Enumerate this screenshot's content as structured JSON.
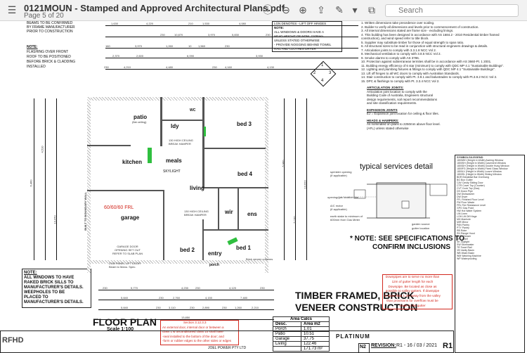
{
  "toolbar": {
    "doc_title": "0121MOUN - Stamped and Approved Architectural Plans.pdf",
    "page_indicator": "Page 5 of 20",
    "search_placeholder": "Search",
    "icons": [
      "menu-icon",
      "info-icon",
      "zoom-out-icon",
      "zoom-in-icon",
      "pen-icon",
      "markup-icon",
      "share-icon",
      "sidebar-icon",
      "search-icon"
    ]
  },
  "plan": {
    "left_note_1": [
      "BEAMS TO BE CONFIRMED",
      "BY FRAME MANUFACTURER",
      "PRIOR TO CONSTRUCTION"
    ],
    "left_note_2_title": "NOTE:",
    "left_note_2": [
      "FLASHING OVER FRONT",
      "ROOF TO BE POSITIONED",
      "BEFORE BRICK & CLADDING",
      "INSTALLED"
    ],
    "left_note_3_title": "NOTE:",
    "left_note_3": [
      "ALL WINDOWS TO HAVE",
      "RAKED BRICK SILLS TO",
      "MANUFACTURER'S DETAILS.",
      "WEEPHOLES TO BE",
      "PLACED TO",
      "MANUFACTURER'S DETAILS."
    ],
    "lgn_note": [
      "LGN   DENOTES - LIFT OFF HINGES",
      "NOTE:",
      "ALL WINDOWS & DOORS HAVE A",
      "HEAD HEIGHT OF NOM. 2100mm",
      "UNLESS STATED OTHERWISE",
      "- PROVIDE NOGGING BEHIND TOWEL",
      "RAIL AND CLOTHES DRYER"
    ],
    "top_dims_row1": [
      "1,630",
      "4,220",
      "210",
      "1,530",
      "4,080"
    ],
    "top_dims_row2": [
      "230",
      "10,870",
      "3,970",
      "5,830",
      "230"
    ],
    "top_dims_row3": [
      "160",
      "3,970",
      "1,260",
      "10",
      "1,560",
      "230"
    ],
    "top_dims_row4": [
      "2,370",
      "2,600",
      "6,090",
      "3,930"
    ],
    "top_dims_row5": [
      "230",
      "4,210",
      "4,480",
      "230",
      "4,160",
      "4,130"
    ],
    "bottom_dims_row1": [
      "230",
      "5,770",
      "4,230",
      "230",
      "4,120",
      "230"
    ],
    "bottom_dims_row2": [
      "5,840",
      "230",
      "2,760",
      "4,150",
      "7,480"
    ],
    "bottom_dims_row3": [
      "5,840",
      "230",
      "3,110",
      "230",
      "2,890",
      "230",
      "1,260",
      "2,210"
    ],
    "bottom_dims_row4": [
      "13,850"
    ],
    "side_dims": [
      "6,460",
      "4,510",
      "13,470",
      "5,960",
      "5,130",
      "13,620"
    ],
    "rooms": {
      "patio": "patio",
      "patio_sub": "(flat ceiling)",
      "ldy": "ldy",
      "wc": "WC",
      "bed3": "bed 3",
      "meals": "meals",
      "kitchen": "kitchen",
      "skylight": "SKYLIGHT",
      "living": "living",
      "bed4": "bed 4",
      "wir": "wir",
      "ens": "ens",
      "garage": "garage",
      "bed2": "bed 2",
      "bed1": "bed 1",
      "entry": "entry",
      "porch": "porch"
    },
    "ceiling_note_1": [
      "130 HIGH CEILING",
      "BREAK HAMPER"
    ],
    "ceiling_note_2": [
      "130 HIGH CEILING",
      "BREAK HAMPER"
    ],
    "frl_label": "60/60/60 FRL",
    "boundary_label": "BUILT TO BOUNDARY WALL",
    "garage_note": [
      "GARAGE DOOR",
      "OPENING SET OUT",
      "REFER TO SLAB PLAN"
    ],
    "lift_door": [
      "2160 PANEL LIFT DOOR",
      "Beam to Manu. Spec."
    ],
    "brick_veneer": "Brick veneer columns",
    "floor_plan_title": "FLOOR PLAN",
    "floor_plan_scale": "Scale 1:100",
    "section_note": [
      "Section 3.12.3.3",
      "An external door, internal door or between a",
      "class 1 & unconditioned class 10 shall have",
      "-seal installed to the bottom of the door; and",
      "-form or rubber edges to the other sides or edges"
    ],
    "compass": [
      "1",
      "2",
      "3",
      "4"
    ]
  },
  "notes_panel": {
    "items": [
      "1.   Written dimensions take precedence over scaling.",
      "2.   Builder to verify all dimensions and levels prior to commencement of construction.",
      "3.   All internal dimensions stated are frame size - excluding linings.",
      "4.   This building has been designed in accordance with AS 1684.2 - 2010   Residential timber framed",
      "       construction), and wind speed refer to title block.",
      "5.   Supplier may substitute timber for those of equal strength to span ratio.",
      "6.   All structural sizes to be read in conjunction with structural engineers drawings & details.",
      "7.   Articulation joints to comply with 3.3.1.8 NCC Vol 2.",
      "8.   Mechanical ventilation to comply with 3.8.5 NCC Vol 2.",
      "9.   Smoke alarms to comply with AS 3786.",
      "10. Protection against subterranean termites shall be in accordance with AS 3660-Pt. 1 2001.",
      "11. Building energy efficiency of 6 star (minimum) to comply with QDC MP 4.1 \"Sustainable Buildings\".",
      "12. Lighting and plumbing fixtures & fittings to comply with QDC MP 4.1 \"Sustainable Buildings\".",
      "13. Lift off hinges to all WC doors to comply with Australian Standards.",
      "14. Stair construction to comply with Pt. 3.9.1 and balustrades to comply with Pt.3.9.2 NCC Vol 2.",
      "15. DPC & flashings to comply with Pt. 3.3.4 NCC Vol 2."
    ],
    "articulation_title": "ARTICULATION JOINTS:",
    "articulation": [
      "Articulation joint location to comply with the",
      "Building Code of Australia, Engineers structural",
      "design requirements, soil report recommendations",
      "and site classification requirements."
    ],
    "expansion_title": "EXPANSION JOINTS",
    "expansion": [
      "EJ = Expansion joint location for ceiling & floor tiles."
    ],
    "heads_title": "HEADS & HAMPERS:",
    "heads": [
      "As nominated on plans to 2250mm above floor level.",
      "(AFL) unless stated otherwise"
    ]
  },
  "services": {
    "title": "typical services detail",
    "labels": [
      "sprinkler opening",
      "(if applicable)",
      "opening/gas location line",
      "A/C motor",
      "(if applicable)",
      "earth stake to minimum of",
      "600mm from Gas Meter",
      "garden source",
      "gutter location"
    ]
  },
  "spec_note": [
    "* NOTE: SEE SPECIFICATIONS TO",
    "CONFIRM INCLUSIONS"
  ],
  "downpipe_note": [
    "Downpipes are to serve no more than",
    "12m of gutter length for each",
    "Downpipe. Be located as close as",
    "possible to valley gutters. If downpipe",
    "is more than 1.2m away from the valley",
    "than provisions for overflow must be",
    "made to the gutter"
  ],
  "construction": [
    "TIMBER FRAMED, BRICK",
    "VENEER CONSTRUCTION"
  ],
  "area_calcs": {
    "title": "Area Calcs",
    "headers": [
      "Desc.",
      "Area m2"
    ],
    "rows": [
      [
        "Porch",
        "1.01"
      ],
      [
        "Patio",
        "10.51"
      ],
      [
        "Garage",
        "37.75"
      ],
      [
        "Living",
        "122.46"
      ]
    ],
    "total": "171.73 m²"
  },
  "symbols": {
    "title": "SYMBOLS/LEGEND",
    "items": [
      "1800WH  (Height in Width) Awning Window",
      "1800SH  (Height in Width) Casement Window",
      "1800DH  (Height in Width) Double Hung Window",
      "1800FG  (Height in Width) Fixed Glass Window",
      "1800LV  (Height in Width) Louvre Window",
      "1800SL  (Height in Width) Sliding Window",
      "BDR  Breakfast Bar Overhang",
      "BG  Box Gutter",
      "CAV  Cavity Sliding Door",
      "CTR  Cover Top (Counter)",
      "CVT  Cook Top (Gas)",
      "DS  Down Pipe",
      "DW  Dishwasher",
      "DW  Dryer",
      "FFL  Finished Floor Level",
      "FW  Floor Waste",
      "FRL  Fire Resistance Level",
      "GPO  Gas Point",
      "HW  Hot Water System",
      "LIN  Linen",
      "LOH  Lift Off Hinge",
      "MH  Manhole",
      "MIR  Mirror",
      "PAN  Pantry",
      "PTY  Pantry",
      "RB  Robe",
      "RH  Range Hood",
      "SHR  Shower",
      "SHL  Shelf",
      "SK  Skylight",
      "SW  Stormwater",
      "TR  Towel Rail",
      "VB  Vanity Basin",
      "WB  Wash Basin",
      "WM  Washing Machine",
      "WP  Waterproofing"
    ]
  },
  "title_block": {
    "company": "PLATINUM",
    "revision_label": "REVISION:",
    "revision": "R1 - 16 / 03 / 2021",
    "sheet": "R1",
    "page_no": "N2",
    "client": "JOEL POWER PTY LTD",
    "rfhd": "RFHD"
  }
}
